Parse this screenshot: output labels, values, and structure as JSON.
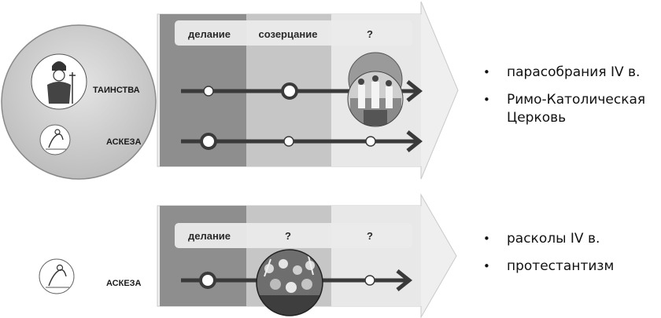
{
  "top_panel": {
    "stages": [
      "делание",
      "созерцание",
      "?"
    ],
    "left_circle": {
      "icon_top": "saint-icon",
      "label_top": "ТАИНСТВА",
      "icon_bottom": "ascetic-icon",
      "label_bottom": "АСКЕЗА"
    },
    "right_list": [
      "парасобрания IV в.",
      "Римо-Католическая Церковь"
    ],
    "photo_icon": "church-service-photo-icon"
  },
  "bottom_panel": {
    "stages": [
      "делание",
      "?",
      "?"
    ],
    "left": {
      "icon": "ascetic-icon",
      "label": "АСКЕЗА"
    },
    "right_list": [
      "расколы IV в.",
      "протестантизм"
    ],
    "photo_icon": "crowd-photo-icon"
  },
  "colors": {
    "stage1": "#8e8e8e",
    "stage2": "#c6c6c6",
    "stage3": "#e8e8e8",
    "arrow": "#efefef",
    "line": "#3a3a3a"
  }
}
